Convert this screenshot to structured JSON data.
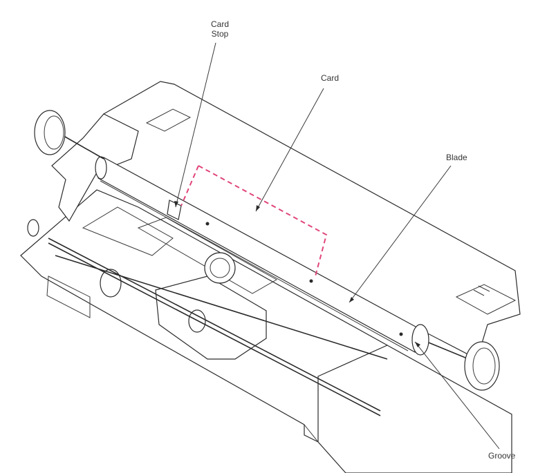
{
  "labels": {
    "card_stop": "Card\nStop",
    "card_stop_line1": "Card",
    "card_stop_line2": "Stop",
    "card": "Card",
    "blade": "Blade",
    "groove": "Groove"
  },
  "colors": {
    "card_outline": "#e0457b",
    "line": "#2a2a2a"
  }
}
